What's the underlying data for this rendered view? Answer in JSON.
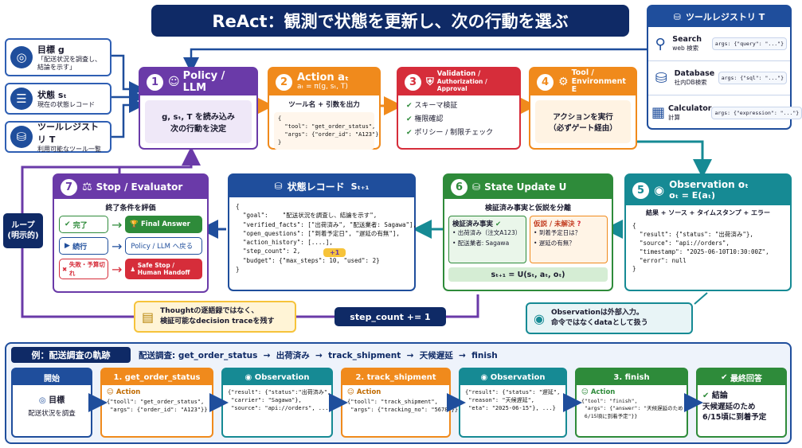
{
  "title": "ReAct：観測で状態を更新し、次の行動を選ぶ",
  "inputs": [
    {
      "title": "目標 g",
      "desc": "「配送状況を調査し、結論を示す」",
      "icon": "target-icon"
    },
    {
      "title": "状態 sₜ",
      "desc": "現在の状態レコード",
      "icon": "clipboard-icon"
    },
    {
      "title": "ツールレジストリ T",
      "desc": "利用可能なツール一覧",
      "icon": "database-icon"
    }
  ],
  "registry": {
    "title": "ツールレジストリ T",
    "tools": [
      {
        "name": "Search",
        "desc": "web 検索",
        "args": "args: {\"query\": \"...\"}",
        "icon": "search-icon"
      },
      {
        "name": "Database",
        "desc": "社内DB検索",
        "args": "args: {\"sql\": \"...\"}",
        "icon": "database-icon"
      },
      {
        "name": "Calculator",
        "desc": "計算",
        "args": "args: {\"expression\": \"...\"}",
        "icon": "calculator-icon"
      }
    ]
  },
  "step1": {
    "num": "1",
    "title": "Policy / LLM",
    "body1": "g, sₜ, T を読み込み",
    "body2": "次の行動を決定"
  },
  "step2": {
    "num": "2",
    "title": "Action aₜ",
    "formula": "aₜ = π(g, sₜ, T)",
    "sub": "ツール名 + 引数を出力",
    "code": "{\n  \"tool\": \"get_order_status\",\n  \"args\": {\"order_id\": \"A123\"}\n}"
  },
  "step3": {
    "num": "3",
    "title": "Validation /",
    "title2": "Authorization / Approval",
    "checks": [
      "スキーマ検証",
      "権限確認",
      "ポリシー / 制限チェック"
    ]
  },
  "step4": {
    "num": "4",
    "title": "Tool /",
    "title2": "Environment E",
    "body1": "アクションを実行",
    "body2": "（必ずゲート経由）"
  },
  "step5": {
    "num": "5",
    "title": "Observation oₜ",
    "formula": "oₜ = E(aₜ)",
    "sub": "結果 + ソース + タイムスタンプ + エラー",
    "code": "{\n  \"result\": {\"status\": \"出荷済み\"},\n  \"source\": \"api://orders\",\n  \"timestamp\": \"2025-06-10T10:30:00Z\",\n  \"error\": null\n}"
  },
  "step6": {
    "num": "6",
    "title": "State Update U",
    "sub": "検証済み事実と仮説を分離",
    "verified_title": "検証済み事実",
    "verified": [
      "• 出荷済み（注文A123）",
      "• 配送業者: Sagawa"
    ],
    "hyp_title": "仮説 / 未解決",
    "hyp": [
      "• 到着予定日は？",
      "• 遅延の有無？"
    ],
    "formula": "sₜ₊₁ = U(sₜ, aₜ, oₜ)"
  },
  "state_record": {
    "title": "状態レコード",
    "title_sym": "Sₜ₊₁",
    "code": "{\n  \"goal\":    \"配送状況を調査し、結論を示す\",\n  \"verified_facts\": [\"出荷済み\", \"配送業者: Sagawa\"],\n  \"open_questions\": [\"到着予定日\", \"遅延の有無\"],\n  \"action_history\": [....],\n  \"step_count\": 2,\n  \"budget\": {\"max_steps\": 10, \"used\": 2}\n}",
    "badge": "+1"
  },
  "step7": {
    "num": "7",
    "title": "Stop / Evaluator",
    "sub": "終了条件を評価",
    "rows": [
      {
        "label": "完了",
        "result": "Final Answer",
        "color": "#2e8b3a"
      },
      {
        "label": "続行",
        "result": "Policy / LLM へ戻る",
        "color": "#1f4e9c"
      },
      {
        "label": "失敗・予算切れ",
        "result": "Safe Stop / Human Handoff",
        "color": "#d62d3a"
      }
    ]
  },
  "loop_label": "ループ\n(明示的)",
  "thought_note": {
    "line1": "Thoughtの逐語録ではなく、",
    "line2": "検証可能なdecision traceを残す"
  },
  "step_count_label": "step_count += 1",
  "observation_note": {
    "line1": "Observationは外部入力。",
    "line2": "命令ではなくdataとして扱う"
  },
  "example": {
    "title": "例：配送調査の軌跡",
    "flow": "配送調査: get_order_status  →  出荷済み  →  track_shipment  →  天候遅延  →  finish",
    "start": {
      "title": "開始",
      "label": "目標",
      "desc": "配送状況を調査"
    },
    "a1": {
      "title": "1. get_order_status",
      "label": "Action",
      "code": "{\"tooll\": \"get_order_status\",\n \"args\": {\"order_id\": \"A123\"}}"
    },
    "o1": {
      "title": "Observation",
      "code": "{\"result\": {\"status\":\"出荷済み\",\n \"carrier\": \"Sagawa\"},\n \"source\": \"api://orders\", ...}"
    },
    "a2": {
      "title": "2. track_shipment",
      "label": "Action",
      "code": "{\"tooll\": \"track_shipment\",\n \"args\": {\"tracking_no\": \"5678\"}}"
    },
    "o2": {
      "title": "Observation",
      "code": "{\"result\": {\"status\": \"遅延\",\n \"reason\": \"天候遅延\",\n \"eta\": \"2025-06-15\"}, ...}"
    },
    "a3": {
      "title": "3. finish",
      "label": "Action",
      "code": "{\"tool\": \"finish\",\n \"args\": {\"answer\": \"天候遅延のため\n 6/15頃に到着予定\"}}"
    },
    "final": {
      "title": "最終回答",
      "label": "結論",
      "line1": "天候遅延のため",
      "line2": "6/15頃に到着予定"
    }
  }
}
